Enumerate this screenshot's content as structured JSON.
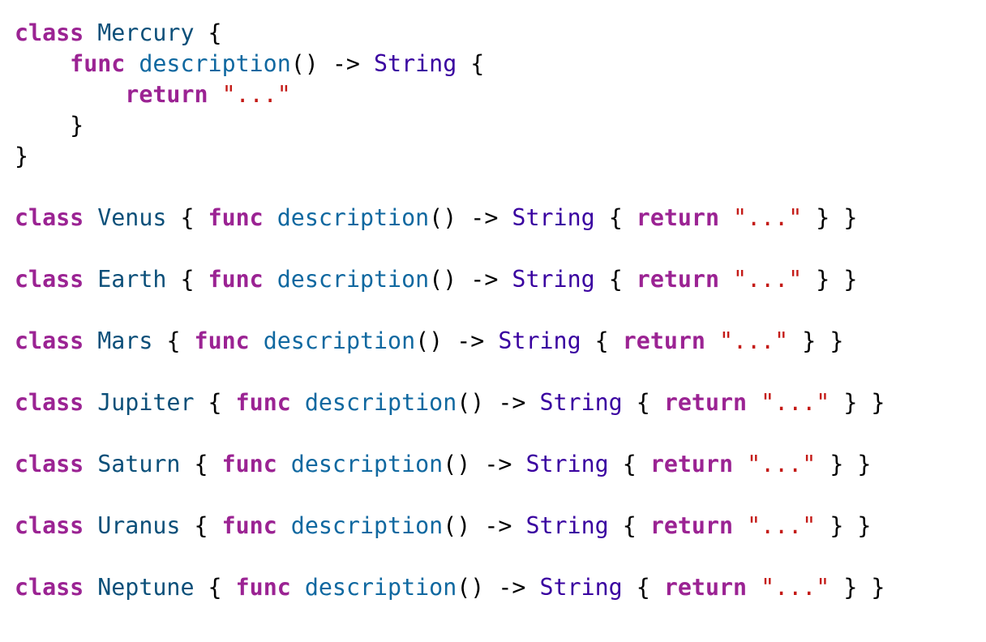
{
  "colors": {
    "keyword": "#9b2393",
    "class_name": "#0b4f79",
    "function_name": "#0f68a0",
    "type": "#3900a0",
    "string": "#c41a16",
    "plain": "#000000",
    "background": "#ffffff"
  },
  "tokens": {
    "class_kw": "class",
    "func_kw": "func",
    "return_kw": "return",
    "method": "description",
    "parens": "()",
    "arrow": "->",
    "return_type": "String",
    "string_literal": "\"...\"",
    "open_brace": "{",
    "close_brace": "}",
    "close_braces": "} }"
  },
  "expanded_class": {
    "name": "Mercury"
  },
  "compact_classes": [
    {
      "name": "Venus"
    },
    {
      "name": "Earth"
    },
    {
      "name": "Mars"
    },
    {
      "name": "Jupiter"
    },
    {
      "name": "Saturn"
    },
    {
      "name": "Uranus"
    },
    {
      "name": "Neptune"
    }
  ]
}
